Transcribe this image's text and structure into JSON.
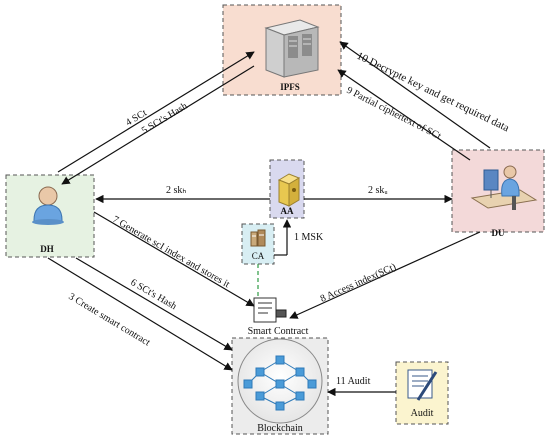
{
  "nodes": {
    "ipfs": "IPFS",
    "dh": "DH",
    "du": "DU",
    "aa": "AA",
    "ca": "CA",
    "smart_contract": "Smart Contract",
    "blockchain": "Blockchain",
    "audit": "Audit"
  },
  "edges": {
    "e1": "1  MSK",
    "e2a": "2  skₕ",
    "e2b": "2  skᵤ",
    "e3": "3  Create smart contract",
    "e4": "4  SCt",
    "e5": "5  SCt's Hash",
    "e6": "6  SCt's Hash",
    "e7": "7 Generate scI  index and stores it",
    "e8": "8  Access index(SCt)",
    "e9": "9  Partial ciphertext of SCt",
    "e10": "10  Decrypte  key and get required data",
    "e11": "11  Audit"
  },
  "colors": {
    "ipfs_fill": "#f8ddd0",
    "dh_fill": "#e6f2e2",
    "du_fill": "#f3d9d9",
    "aa_fill": "#d9d9ef",
    "ca_fill": "#d8eef3",
    "audit_fill": "#fbf4cf",
    "blockchain_fill": "#ececec",
    "ca_link": "#2e9b43"
  }
}
